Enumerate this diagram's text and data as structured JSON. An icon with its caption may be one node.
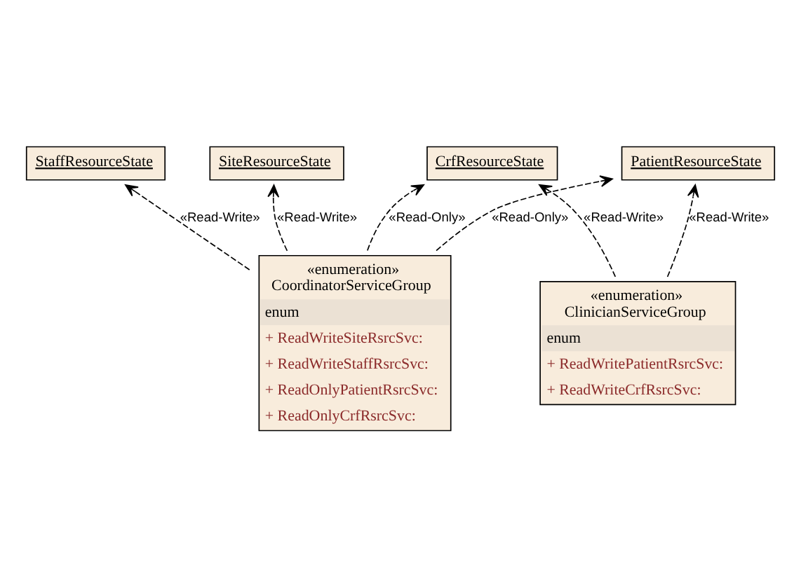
{
  "diagram": {
    "nodes": [
      {
        "text": [
          "StaffResourceState"
        ]
      },
      {
        "text": [
          "PatientResourceState"
        ]
      },
      {
        "text": [
          "SiteResourceState"
        ]
      },
      {
        "text": [
          "CrfResourceState"
        ]
      },
      {
        "text": [
          "«enumeration»",
          "CoordinatorServiceGroup",
          "enum",
          "+ ReadWriteSiteRsrcSvc:",
          "+ ReadWriteStaffRsrcSvc:",
          "+ ReadOnlyPatientRsrcSvc:",
          "+ ReadOnlyCrfRsrcSvc:"
        ]
      },
      {
        "text": [
          "«enumeration»",
          "ClinicianServiceGroup",
          "enum",
          "+ ReadWritePatientRsrcSvc:",
          "+ ReadWriteCrfRsrcSvc:"
        ]
      }
    ],
    "edges": [
      {
        "from": 4,
        "to": 2,
        "arrow": "to",
        "label": "«Read-Write»",
        "style": "dashed"
      },
      {
        "from": 4,
        "to": 0,
        "arrow": "to",
        "label": "«Read-Write»",
        "style": "dashed"
      },
      {
        "from": 4,
        "to": 1,
        "arrow": "to",
        "label": "«Read-Only»",
        "style": "dashed"
      },
      {
        "from": 4,
        "to": 3,
        "arrow": "to",
        "label": "«Read-Only»",
        "style": "dashed"
      },
      {
        "from": 5,
        "to": 1,
        "arrow": "to",
        "label": "«Read-Write»",
        "style": "dashed"
      },
      {
        "from": 5,
        "to": 3,
        "arrow": "to",
        "label": "«Read-Write»",
        "style": "dashed"
      }
    ]
  }
}
